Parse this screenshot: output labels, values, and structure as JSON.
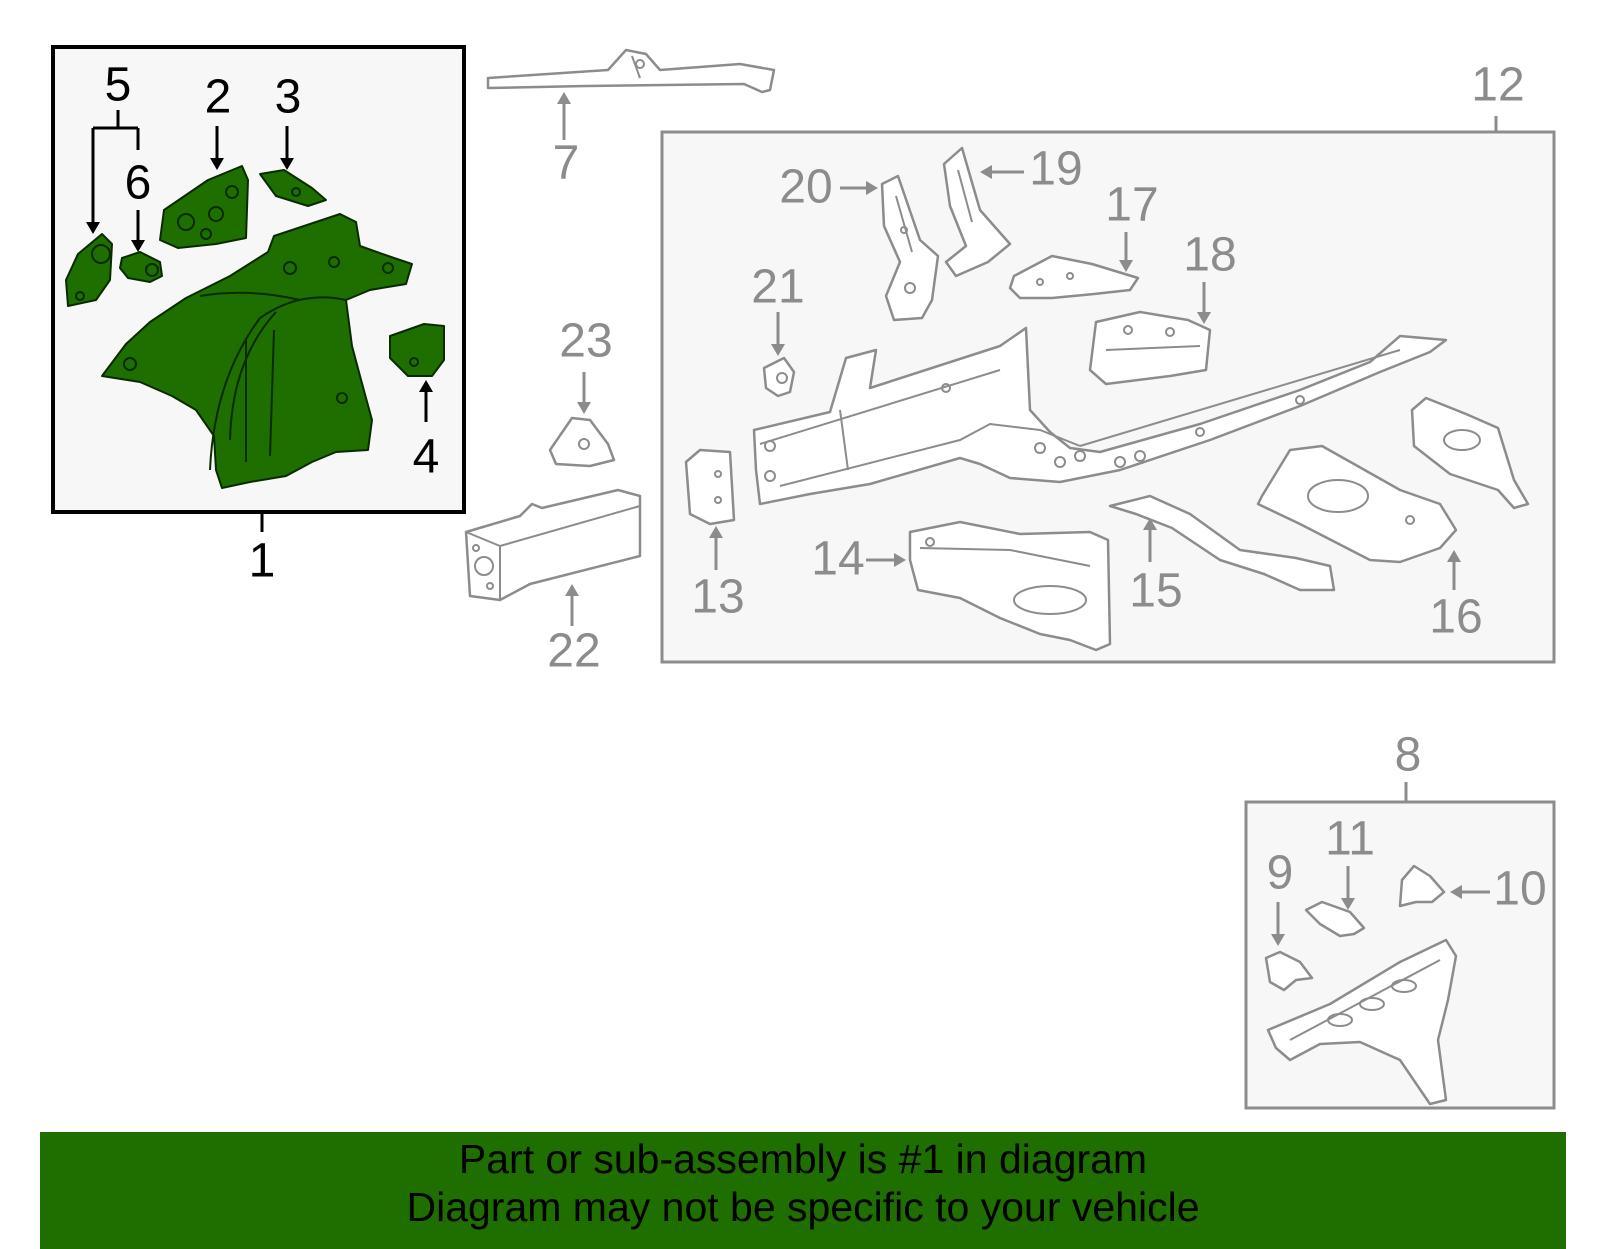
{
  "colors": {
    "highlight": "#1e6e00",
    "banner": "#1e6e00",
    "callout_dark": "#000000",
    "callout_gray": "#8c8c8c",
    "box_fill": "#f7f7f7"
  },
  "banner": {
    "line1": "Part or sub-assembly is #1 in diagram",
    "line2": "Diagram may not be specific to your vehicle"
  },
  "callouts": {
    "c1": "1",
    "c2": "2",
    "c3": "3",
    "c4": "4",
    "c5": "5",
    "c6": "6",
    "c7": "7",
    "c8": "8",
    "c9": "9",
    "c10": "10",
    "c11": "11",
    "c12": "12",
    "c13": "13",
    "c14": "14",
    "c15": "15",
    "c16": "16",
    "c17": "17",
    "c18": "18",
    "c19": "19",
    "c20": "20",
    "c21": "21",
    "c22": "22",
    "c23": "23"
  }
}
